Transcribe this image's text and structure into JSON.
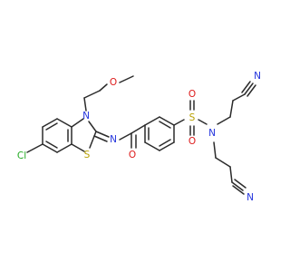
{
  "atoms": {
    "cl": "Cl",
    "n_ring": "N",
    "s_ring": "S",
    "n_imine": "N",
    "o_methoxy": "O",
    "o_carbonyl": "O",
    "s_sulfonyl": "S",
    "o_sulfonyl_top": "O",
    "o_sulfonyl_bottom": "O",
    "n_sulfonamide": "N",
    "n_nitrile_top": "N",
    "n_nitrile_bottom": "N"
  },
  "colors": {
    "bond": "#2b2b2b",
    "nitrogen": "#2233dd",
    "oxygen": "#dd1a1a",
    "sulfur": "#b8a000",
    "chlorine": "#22aa22"
  }
}
